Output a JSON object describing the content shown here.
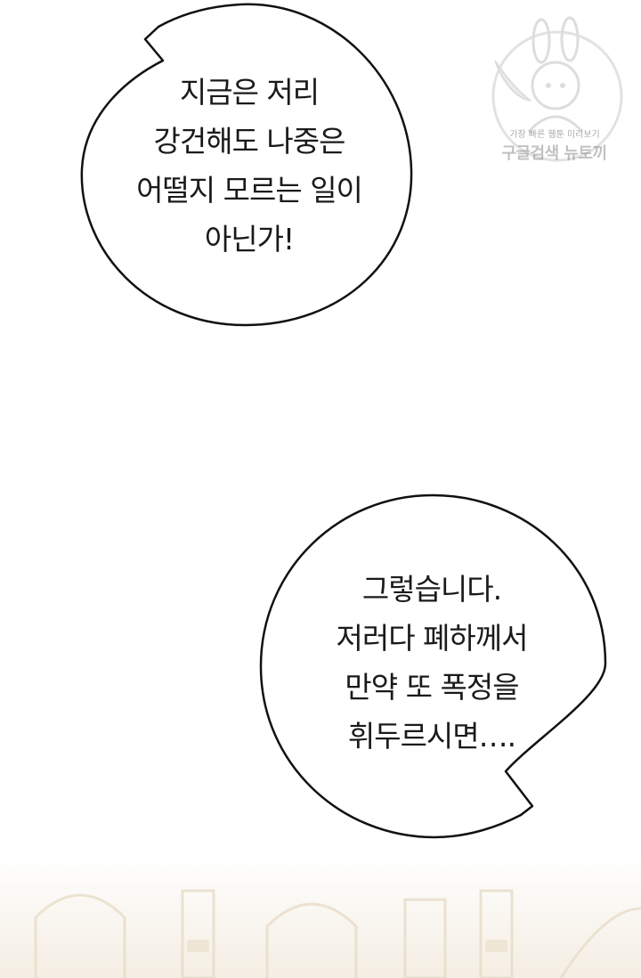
{
  "bubbles": [
    {
      "id": "bubble-1",
      "lines": [
        "지금은 저리",
        "강건해도 나중은",
        "어떨지 모르는 일이",
        "아닌가!"
      ]
    },
    {
      "id": "bubble-2",
      "lines": [
        "그렇습니다.",
        "저러다 폐하께서",
        "만약 또 폭정을",
        "휘두르시면…."
      ]
    }
  ],
  "watermark": {
    "small_text": "가장 빠른 웹툰 미리보기",
    "large_text": "구글검색 뉴토끼"
  },
  "colors": {
    "background": "#ffffff",
    "bubble_stroke": "#111111",
    "text": "#1a1a1a",
    "scene_tint": "#f3ece0"
  }
}
